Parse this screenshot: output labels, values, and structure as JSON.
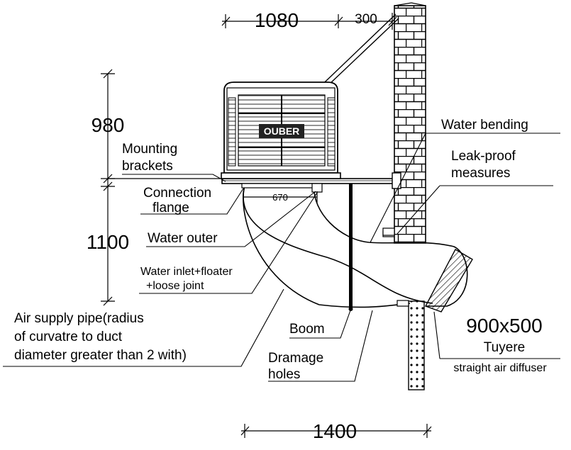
{
  "dimensions": {
    "width_top": "1080",
    "offset_top": "300",
    "height_unit": "980",
    "height_bracket": "1100",
    "flange_width": "670",
    "width_bottom": "1400"
  },
  "unit_brand": "OUBER",
  "labels": {
    "mounting_brackets_1": "Mounting",
    "mounting_brackets_2": "brackets",
    "connection_flange_1": "Connection",
    "connection_flange_2": "flange",
    "water_outer": "Water outer",
    "water_inlet_1": "Water inlet+floater",
    "water_inlet_2": "+loose joint",
    "air_supply_1": "Air supply pipe(radius",
    "air_supply_2": "of curvatre to duct",
    "air_supply_3": "diameter greater than 2 with)",
    "boom": "Boom",
    "drainage_1": "Dramage",
    "drainage_2": "holes",
    "water_bending": "Water bending",
    "leak_proof_1": "Leak-proof",
    "leak_proof_2": "measures",
    "tuyere_size": "900x500",
    "tuyere": "Tuyere",
    "diffuser": "straight air diffuser"
  }
}
